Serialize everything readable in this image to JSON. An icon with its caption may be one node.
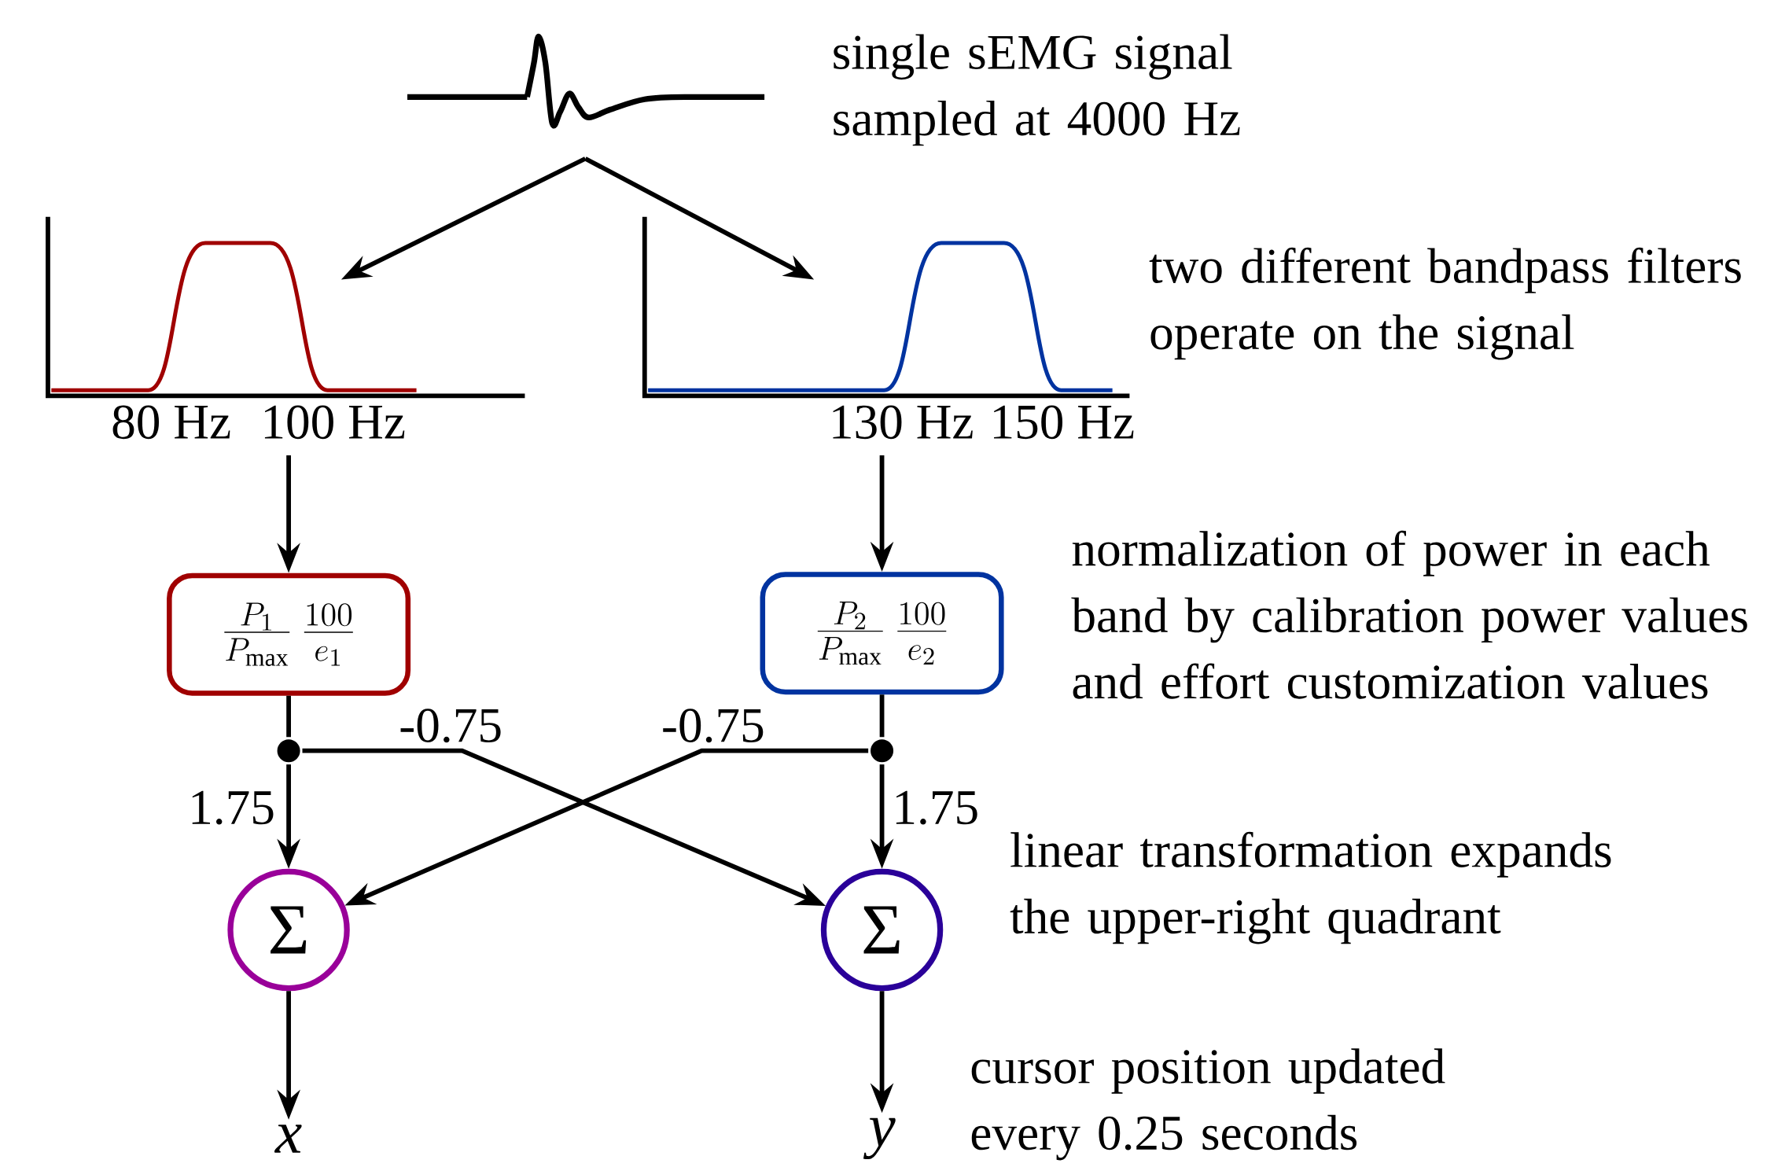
{
  "diagram": {
    "nodes": [
      {
        "text": [],
        "shape": "picture"
      },
      {
        "text": [
          "80 Hz",
          "100 Hz"
        ]
      },
      {
        "text": [
          "130 Hz",
          "150 Hz"
        ]
      },
      {
        "text": [
          "\\frac{P_1}{P_{\\max}}\\,\\frac{100}{e_1}"
        ]
      },
      {
        "text": [
          "\\frac{P_2}{P_{\\max}}\\,\\frac{100}{e_2}"
        ]
      },
      {
        "text": [],
        "shape": "circle"
      },
      {
        "text": [],
        "shape": "circle"
      },
      {
        "text": [
          "Σ"
        ]
      },
      {
        "text": [
          "Σ"
        ]
      },
      {
        "text": [
          "x"
        ]
      },
      {
        "text": [
          "y"
        ]
      }
    ],
    "edges": [
      {
        "from": 0,
        "to": 1,
        "arrow": "to"
      },
      {
        "from": 0,
        "to": 2,
        "arrow": "to"
      },
      {
        "from": 1,
        "to": 3,
        "arrow": "to"
      },
      {
        "from": 2,
        "to": 4,
        "arrow": "to"
      },
      {
        "from": 3,
        "to": 5,
        "arrow": "none"
      },
      {
        "from": 4,
        "to": 6,
        "arrow": "none"
      },
      {
        "from": 5,
        "to": 7,
        "arrow": "to",
        "label": "1.75"
      },
      {
        "from": 5,
        "to": 8,
        "arrow": "to",
        "label": "-0.75"
      },
      {
        "from": 6,
        "to": 7,
        "arrow": "to",
        "label": "-0.75"
      },
      {
        "from": 6,
        "to": 8,
        "arrow": "to",
        "label": "1.75"
      },
      {
        "from": 7,
        "to": 9,
        "arrow": "to"
      },
      {
        "from": 8,
        "to": 10,
        "arrow": "to"
      }
    ],
    "labels": [
      "single sEMG signal sampled at 4000 Hz",
      "two different bandpass filters operate on the signal",
      "normalization of power in each band by calibration power values and effort customization values",
      "linear transformation expands the upper-right quadrant",
      "cursor position updated every 0.25 seconds"
    ]
  }
}
